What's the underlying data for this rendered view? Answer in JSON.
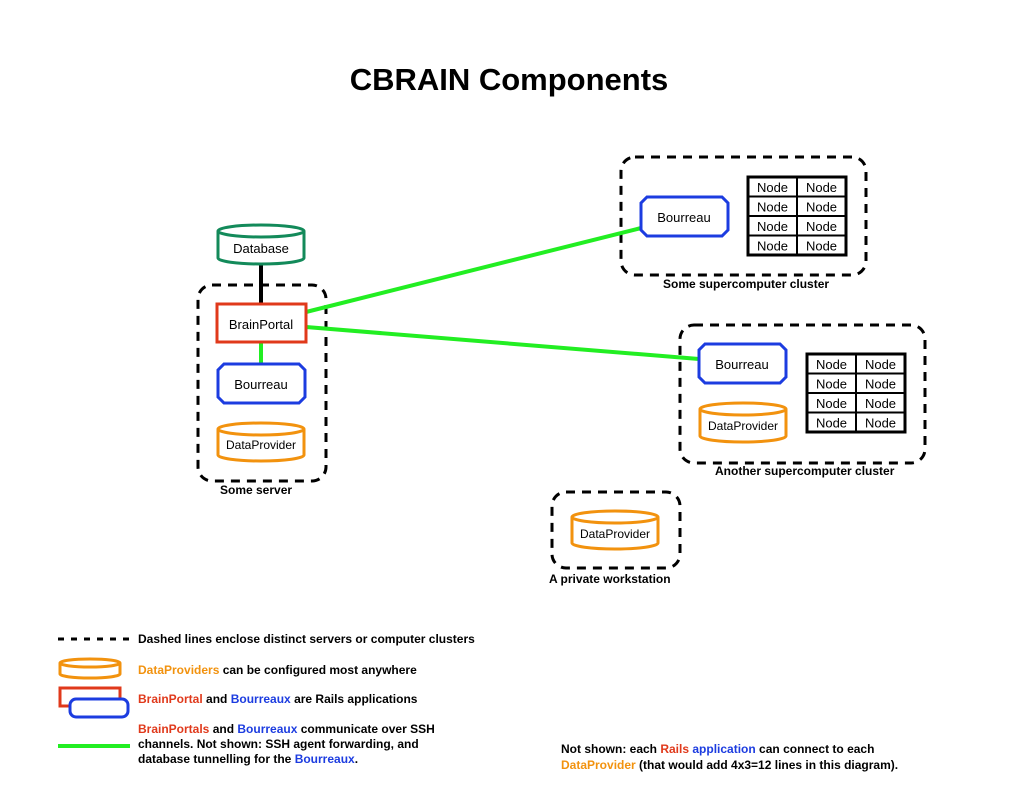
{
  "title": "CBRAIN Components",
  "labels": {
    "database": "Database",
    "brainportal": "BrainPortal",
    "bourreau": "Bourreau",
    "dataprovider": "DataProvider",
    "node": "Node"
  },
  "groups": {
    "server": "Some server",
    "cluster1": "Some supercomputer cluster",
    "cluster2": "Another supercomputer cluster",
    "workstation": "A private workstation"
  },
  "legend": {
    "dashed": "Dashed lines enclose distinct servers or computer clusters",
    "dp_word": "DataProviders",
    "dp_rest": " can be configured most anywhere",
    "bp_word": "BrainPortal",
    "and": " and ",
    "bx_word": "Bourreaux",
    "rails_rest": " are Rails applications",
    "ssh_bp": "BrainPortals",
    "ssh_and": " and ",
    "ssh_bx": "Bourreaux",
    "ssh_rest1": " communicate over SSH",
    "ssh_line2": "channels. Not shown: SSH agent forwarding, and",
    "ssh_line3a": "database tunnelling for the ",
    "ssh_line3b": "Bourreaux",
    "ssh_line3c": "."
  },
  "note": {
    "part1": "Not shown: each ",
    "rails": "Rails",
    "space": " ",
    "application": "application",
    "part2": " can connect to each",
    "dp": "DataProvider",
    "part3": " (that would add 4x3=12 lines in this diagram)."
  },
  "colors": {
    "portal": "#e0391b",
    "bourreau": "#1c3ce0",
    "provider": "#f2920e",
    "database": "#138a5a",
    "ssh": "#22ee22"
  }
}
